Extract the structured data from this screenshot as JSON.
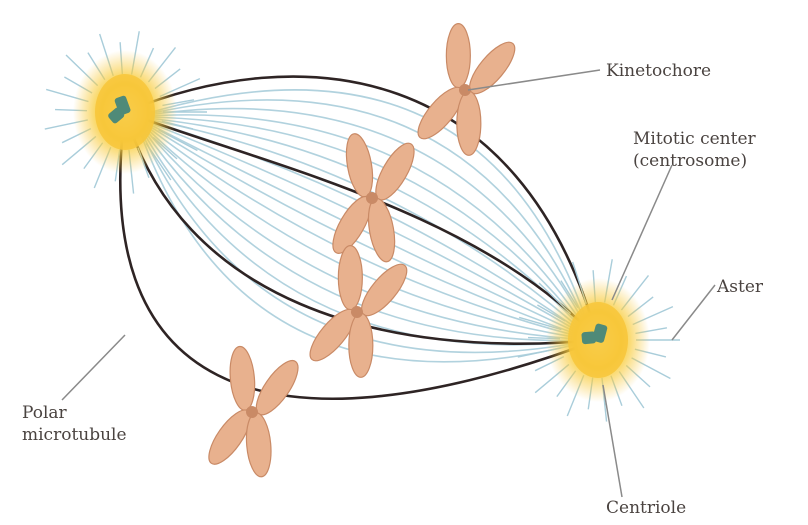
{
  "labels": {
    "kinetochore": "Kinetochore",
    "mitotic_center_line1": "Mitotic center",
    "mitotic_center_line2": "(centrosome)",
    "aster": "Aster",
    "polar_line1": "Polar",
    "polar_line2": "microtubule",
    "centriole": "Centriole"
  },
  "colors": {
    "microtubule": "#a9cdda",
    "kinetochore_microtubule": "#2e2424",
    "chromosome": "#e8b18e",
    "chromosome_edge": "#c98a66",
    "centrosome_glow": "#f7c63a",
    "centriole": "#4f8a78",
    "leader_line": "#8a8a8a",
    "text": "#4a4340"
  }
}
